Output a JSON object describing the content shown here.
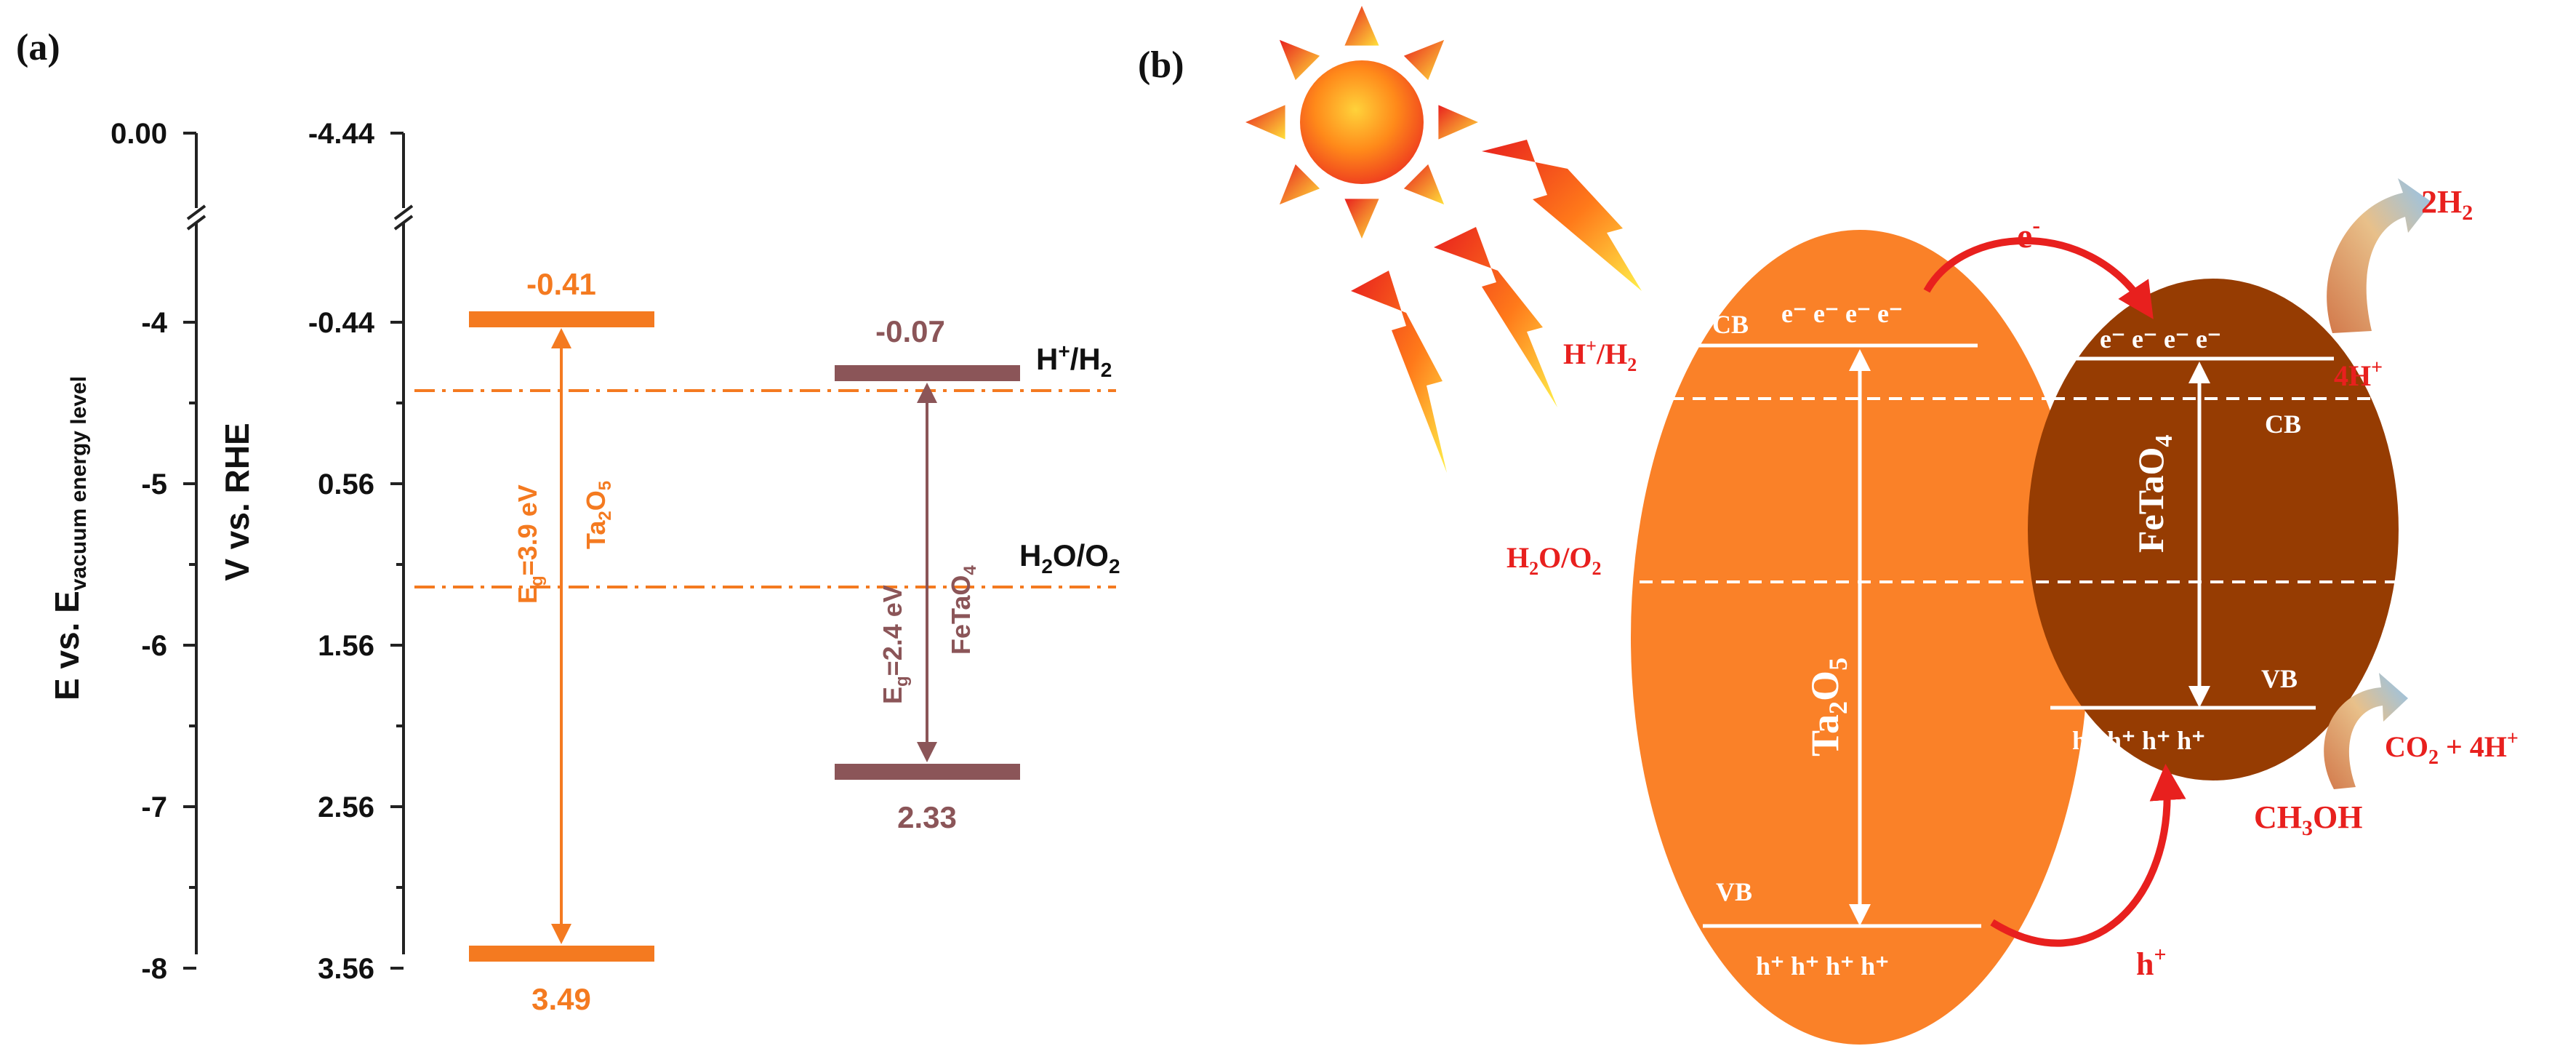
{
  "panel_a": {
    "label": "(a)",
    "left_axis": {
      "title": "E vs. E",
      "title_sub": "vacuum energy level",
      "ticks": [
        "0.00",
        "-4",
        "-5",
        "-6",
        "-7",
        "-8"
      ]
    },
    "right_axis": {
      "title": "V vs. RHE",
      "ticks": [
        "-4.44",
        "-0.44",
        "0.56",
        "1.56",
        "2.56",
        "3.56"
      ]
    },
    "ta2o5": {
      "cb_value": "-0.41",
      "vb_value": "3.49",
      "gap_label": "E",
      "gap_sub": "g",
      "gap_value": "=3.9 eV",
      "name_a": "Ta",
      "name_sub1": "2",
      "name_b": "O",
      "name_sub2": "5"
    },
    "fetao4": {
      "cb_value": "-0.07",
      "vb_value": "2.33",
      "gap_label": "E",
      "gap_sub": "g",
      "gap_value": "=2.4 eV",
      "name_a": "FeTaO",
      "name_sub": "4"
    },
    "redox_h": {
      "a": "H",
      "sup": "+",
      "b": "/H",
      "sub": "2"
    },
    "redox_o": {
      "a": "H",
      "sub1": "2",
      "b": "O/O",
      "sub2": "2"
    },
    "colors": {
      "ta2o5": "#F47A20",
      "fetao4": "#8B5558"
    }
  },
  "panel_b": {
    "label": "(b)",
    "electron_top": {
      "a": "e",
      "sup": "-"
    },
    "hole_bottom": {
      "a": "h",
      "sup": "+"
    },
    "product_h2": "2H",
    "product_h2_sub": "2",
    "reactant_h": "4H",
    "reactant_h_sup": "+",
    "redox_h": {
      "a": "H",
      "sup": "+",
      "b": "/H",
      "sub": "2"
    },
    "redox_o": {
      "a": "H",
      "sub1": "2",
      "b": "O/O",
      "sub2": "2"
    },
    "ta2o5": {
      "cb": "CB",
      "vb": "VB",
      "electrons": "e⁻ e⁻ e⁻ e⁻",
      "holes": "h⁺ h⁺ h⁺ h⁺",
      "name_a": "Ta",
      "name_sub1": "2",
      "name_b": "O",
      "name_sub2": "5"
    },
    "fetao4": {
      "cb": "CB",
      "vb": "VB",
      "electrons": "e⁻ e⁻ e⁻ e⁻",
      "holes": "h⁺ h⁺ h⁺ h⁺",
      "name_a": "FeTaO",
      "name_sub": "4"
    },
    "product_co2": "CO",
    "product_co2_sub": "2",
    "product_co2_rest": " + 4H",
    "product_co2_sup": "+",
    "reactant_meoh": "CH",
    "reactant_meoh_sub": "3",
    "reactant_meoh_rest": "OH",
    "colors": {
      "ta2o5": "#FA8128",
      "fetao4": "#963C02",
      "accent": "#E8201E"
    }
  }
}
